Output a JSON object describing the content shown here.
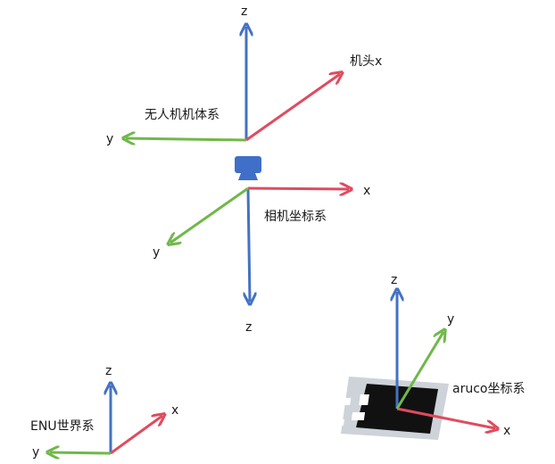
{
  "colors": {
    "z_axis": "#4472c4",
    "x_axis": "#e04b5f",
    "y_axis": "#70b84a",
    "camera_icon": "#3f6fc8",
    "marker_bg": "#cdd3d8",
    "marker_black": "#111111"
  },
  "icons": {
    "camera": "camera-icon",
    "marker": "aruco-marker-icon"
  },
  "frames": {
    "drone": {
      "name": "无人机机体系",
      "x_label": "机头x",
      "y_label": "y",
      "z_label": "z"
    },
    "camera": {
      "name": "相机坐标系",
      "x_label": "x",
      "y_label": "y",
      "z_label": "z"
    },
    "world": {
      "name": "ENU世界系",
      "x_label": "x",
      "y_label": "y",
      "z_label": "z"
    },
    "aruco": {
      "name": "aruco坐标系",
      "x_label": "x",
      "y_label": "y",
      "z_label": "z"
    }
  }
}
